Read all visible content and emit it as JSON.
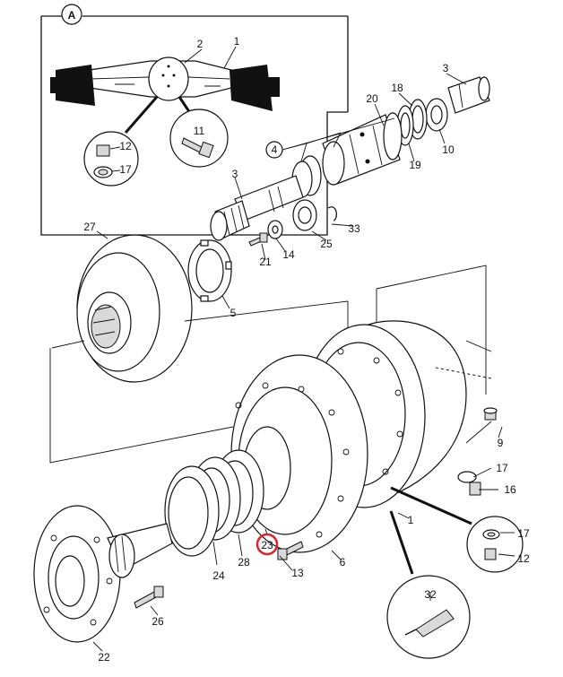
{
  "inset_label": "A",
  "callouts": {
    "c1a": "1",
    "c2": "2",
    "c3a": "3",
    "c3b": "3",
    "c4": "4",
    "c5": "5",
    "c6": "6",
    "c9": "9",
    "c10": "10",
    "c11": "11",
    "c12a": "12",
    "c12b": "12",
    "c13": "13",
    "c14": "14",
    "c16": "16",
    "c17a": "17",
    "c17b": "17",
    "c17c": "17",
    "c18": "18",
    "c19": "19",
    "c20": "20",
    "c21": "21",
    "c22": "22",
    "c23": "23",
    "c24": "24",
    "c25": "25",
    "c26": "26",
    "c27": "27",
    "c28": "28",
    "c32": "32",
    "c33": "33",
    "c1b": "1"
  },
  "highlight": {
    "part": "23",
    "color": "#e0202a"
  }
}
